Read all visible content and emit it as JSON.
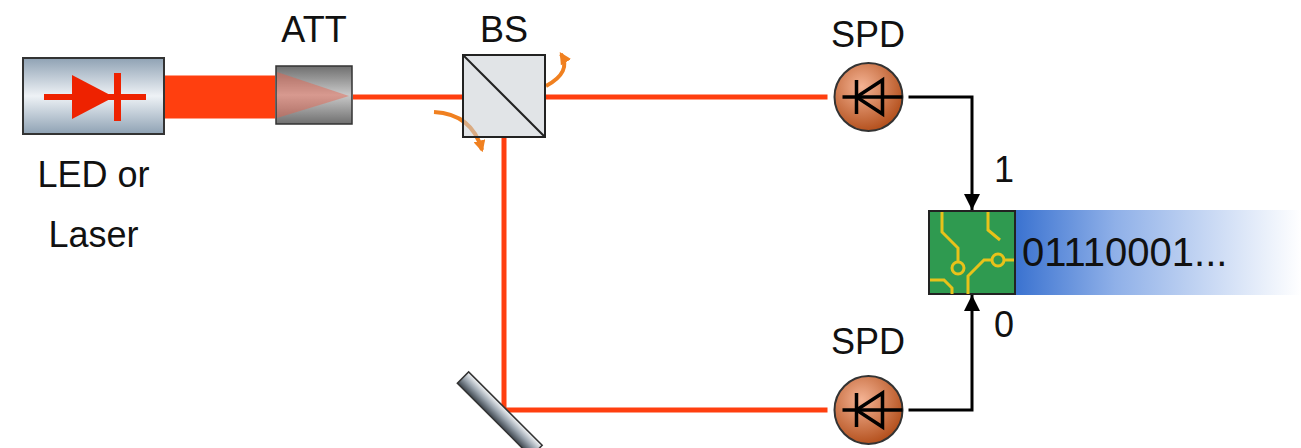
{
  "diagram": {
    "nodes": [
      {
        "text": [
          "LED or Laser"
        ]
      },
      {
        "text": [
          "ATT"
        ]
      },
      {
        "text": [
          "BS"
        ]
      },
      {
        "text": [
          "SPD"
        ]
      },
      {
        "text": [
          "SPD"
        ]
      },
      {
        "text": [
          "01110001..."
        ]
      }
    ],
    "edges": [
      {
        "from": 0,
        "to": 1,
        "arrow": "none"
      },
      {
        "from": 1,
        "to": 2,
        "arrow": "none"
      },
      {
        "from": 2,
        "to": 3,
        "arrow": "none"
      },
      {
        "from": 2,
        "to": 4,
        "arrow": "none"
      },
      {
        "from": 3,
        "to": 5,
        "arrow": "to"
      },
      {
        "from": 4,
        "to": 5,
        "arrow": "to"
      }
    ],
    "labels": [
      "1",
      "0"
    ]
  }
}
